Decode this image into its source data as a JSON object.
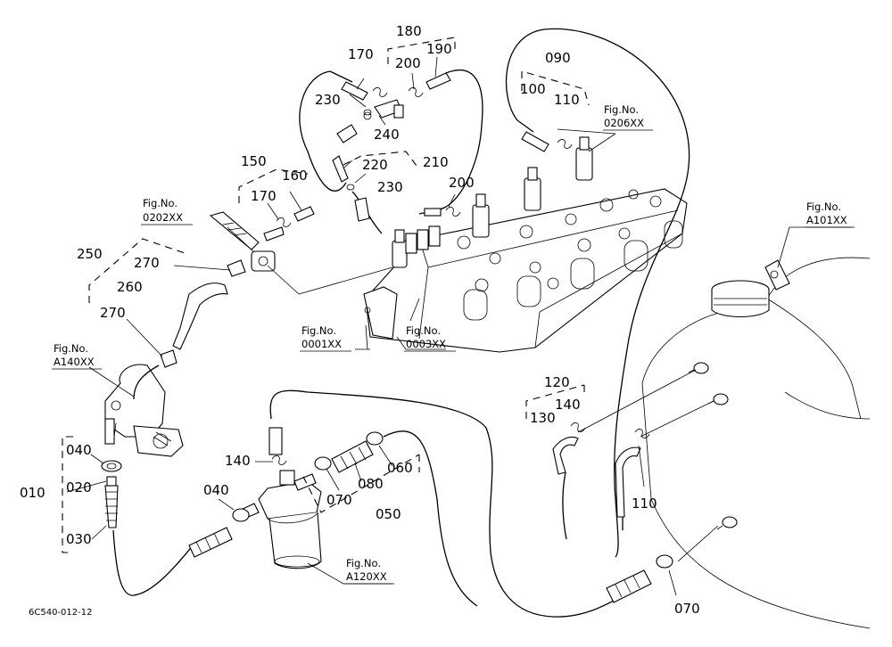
{
  "diagram": {
    "drawing_code": "6C540-012-12",
    "part_numbers": {
      "p010": "010",
      "p020": "020",
      "p030": "030",
      "p040a": "040",
      "p040b": "040",
      "p050": "050",
      "p060": "060",
      "p070a": "070",
      "p070b": "070",
      "p080": "080",
      "p090": "090",
      "p100": "100",
      "p110a": "110",
      "p110b": "110",
      "p120": "120",
      "p130": "130",
      "p140a": "140",
      "p140b": "140",
      "p150": "150",
      "p160": "160",
      "p170a": "170",
      "p170b": "170",
      "p180": "180",
      "p190": "190",
      "p200a": "200",
      "p200b": "200",
      "p210": "210",
      "p220": "220",
      "p230a": "230",
      "p230b": "230",
      "p240": "240",
      "p250": "250",
      "p260": "260",
      "p270a": "270",
      "p270b": "270"
    },
    "figure_refs": [
      {
        "label": "Fig.No.",
        "code": "0206XX"
      },
      {
        "label": "Fig.No.",
        "code": "0202XX"
      },
      {
        "label": "Fig.No.",
        "code": "A101XX"
      },
      {
        "label": "Fig.No.",
        "code": "0001XX"
      },
      {
        "label": "Fig.No.",
        "code": "0003XX"
      },
      {
        "label": "Fig.No.",
        "code": "A140XX"
      },
      {
        "label": "Fig.No.",
        "code": "A120XX"
      }
    ]
  }
}
